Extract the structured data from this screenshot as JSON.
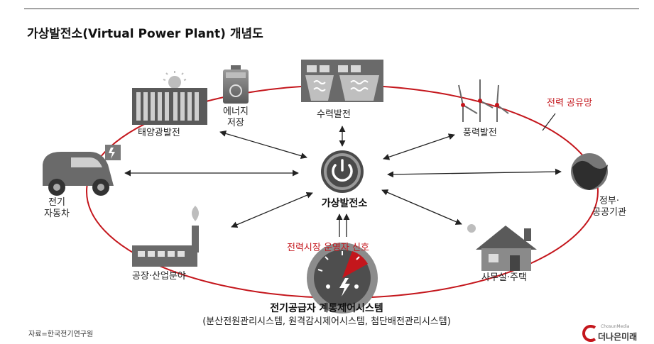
{
  "title": "가상발전소(Virtual Power Plant) 개념도",
  "center": "가상발전소",
  "nodes": {
    "solar": "태양광발전",
    "storage_line1": "에너지",
    "storage_line2": "저장",
    "hydro": "수력발전",
    "wind": "풍력발전",
    "gov_line1": "정부·",
    "gov_line2": "공공기관",
    "office": "사무실·주택",
    "factory": "공장·산업분야",
    "ev_line1": "전기",
    "ev_line2": "자동차"
  },
  "network_label": "전력 공유망",
  "market_signal": "전력시장 운영자 신호",
  "grid_title": "전기공급자 계통제어시스템",
  "grid_subtitle": "(분산전원관리시스템, 원격감시제어시스템, 첨단배전관리시스템)",
  "source": "자료=한국전기연구원",
  "logo_text": "더나은미래",
  "logo_small": "ChosunMedia",
  "colors": {
    "accent": "#c4161c",
    "icon_dark": "#555555",
    "icon_mid": "#8a8a8a",
    "icon_light": "#c9c9c9"
  }
}
